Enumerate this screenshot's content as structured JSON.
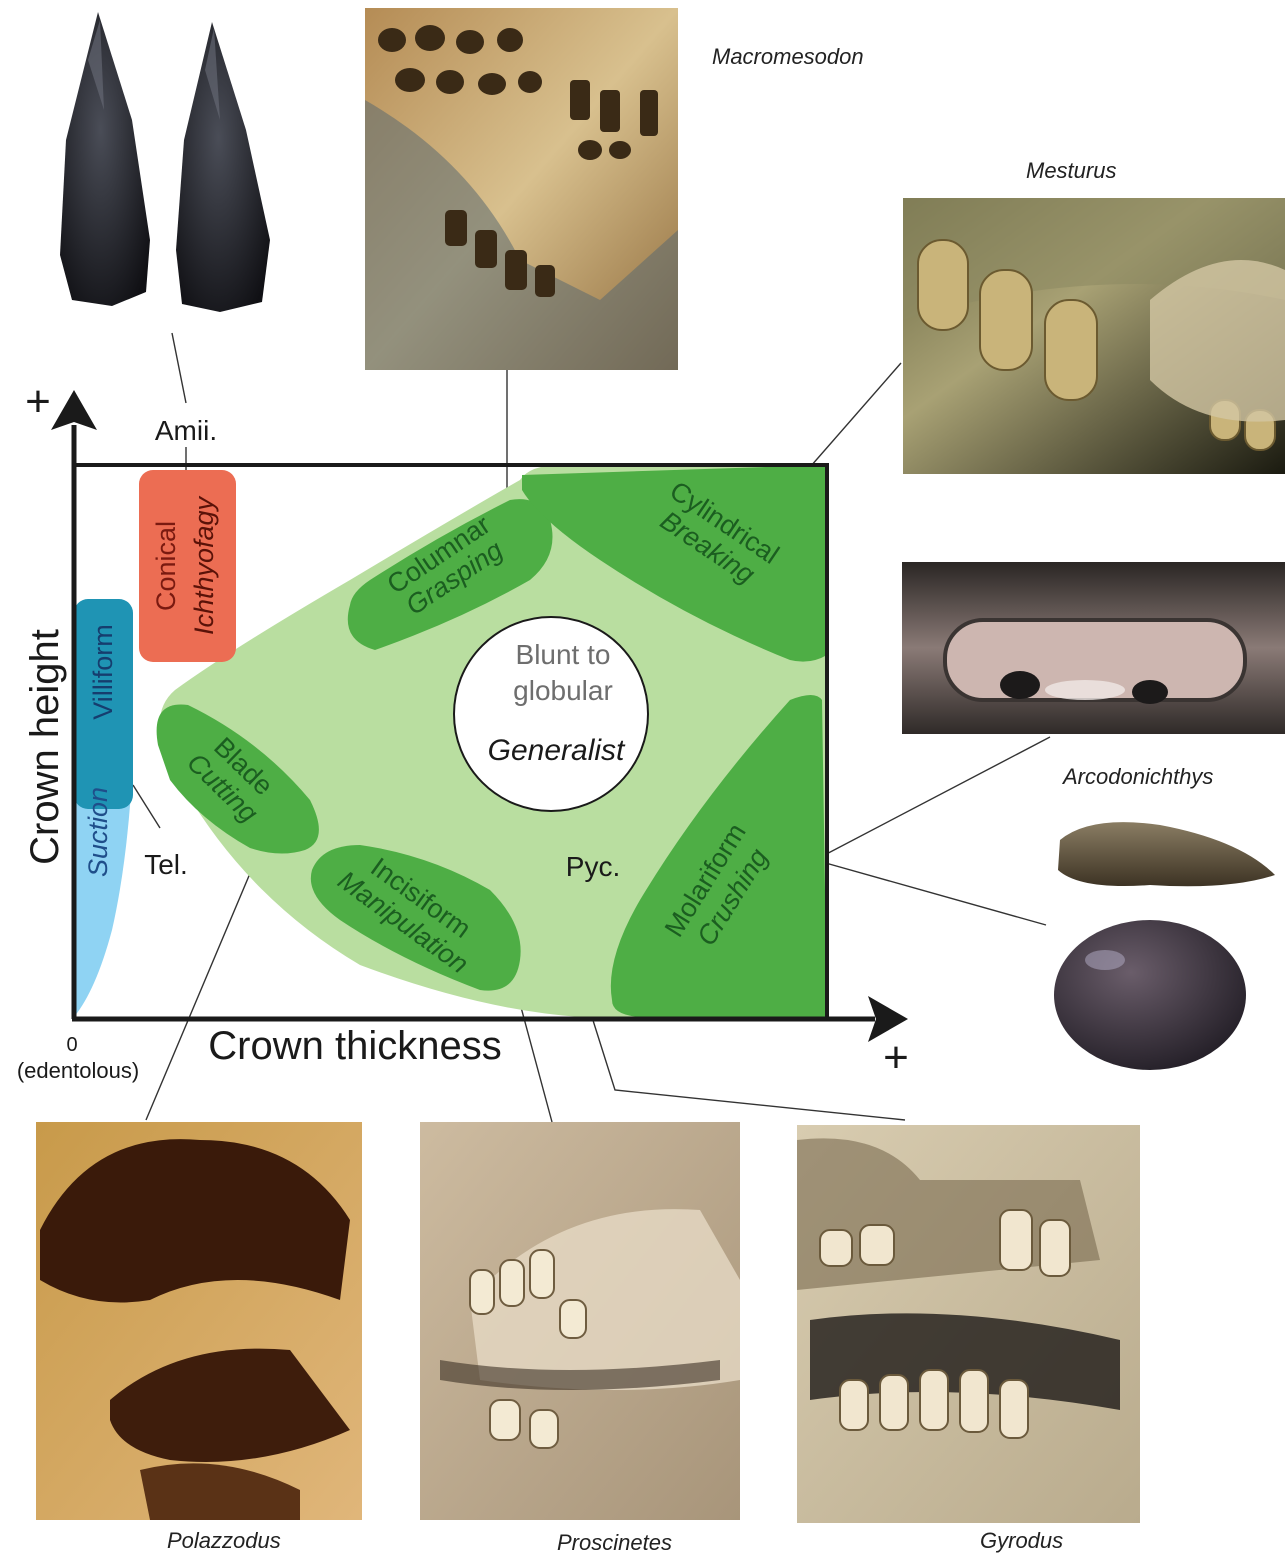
{
  "axes": {
    "y_label": "Crown height",
    "x_label": "Crown thickness",
    "plus": "+",
    "origin_zero": "0",
    "origin_note": "(edentolous)"
  },
  "zones": {
    "suction": "Suction",
    "villiform": "Villiform",
    "conical": "Conical",
    "ichthyofagy": "Ichthyofagy",
    "columnar": "Columnar",
    "grasping": "Grasping",
    "cylindrical": "Cylindrical",
    "breaking": "Breaking",
    "blade": "Blade",
    "cutting": "Cutting",
    "incisiform": "Incisiform",
    "manipulation": "Manipulation",
    "molariform": "Molariform",
    "crushing": "Crushing",
    "blunt_line1": "Blunt to",
    "blunt_line2": "globular",
    "generalist": "Generalist"
  },
  "groups": {
    "amii": "Amii.",
    "tel": "Tel.",
    "pyc": "Pyc."
  },
  "captions": {
    "macromesodon": "Macromesodon",
    "mesturus": "Mesturus",
    "arcodonichthys": "Arcodonichthys",
    "polazzodus": "Polazzodus",
    "proscinetes": "Proscinetes",
    "gyrodus": "Gyrodus"
  },
  "colors": {
    "pyc_field": "#b9dea0",
    "zone_green": "#4eae45",
    "zone_text": "#1b5e20",
    "suction": "#8fd3f3",
    "villiform": "#1f94b4",
    "conical": "#ec6d53",
    "axis": "#1a1a1a"
  }
}
